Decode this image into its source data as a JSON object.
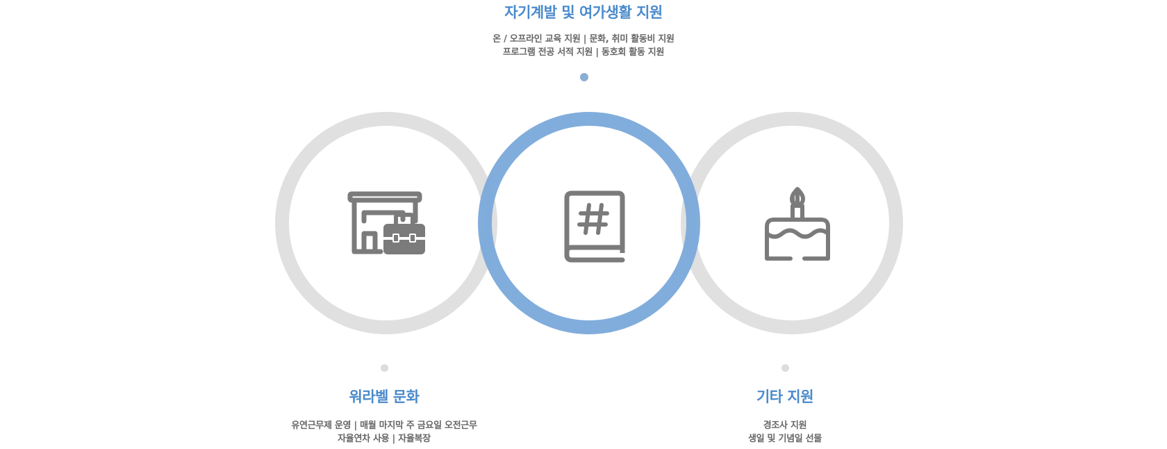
{
  "colors": {
    "accent": "#4a8acb",
    "ring_active": "#7aa9da",
    "ring_inactive": "#e0e0e0",
    "icon": "#7b7b7b",
    "text": "#666666"
  },
  "benefits": {
    "center": {
      "title": "자기계발 및 여가생활 지원",
      "line1": "온 / 오프라인 교육 지원 | 문화, 취미 활동비 지원",
      "line2": "프로그램 전공 서적 지원 | 동호회 활동 지원",
      "icon": "hashtag-book-icon"
    },
    "left": {
      "title": "워라벨 문화",
      "line1": "유연근무제 운영 | 매월 마지막 주 금요일 오전근무",
      "line2": "자율연차 사용 | 자율복장",
      "icon": "office-briefcase-icon"
    },
    "right": {
      "title": "기타 지원",
      "line1": "경조사 지원",
      "line2": "생일 및 기념일 선물",
      "icon": "birthday-cake-icon"
    }
  }
}
